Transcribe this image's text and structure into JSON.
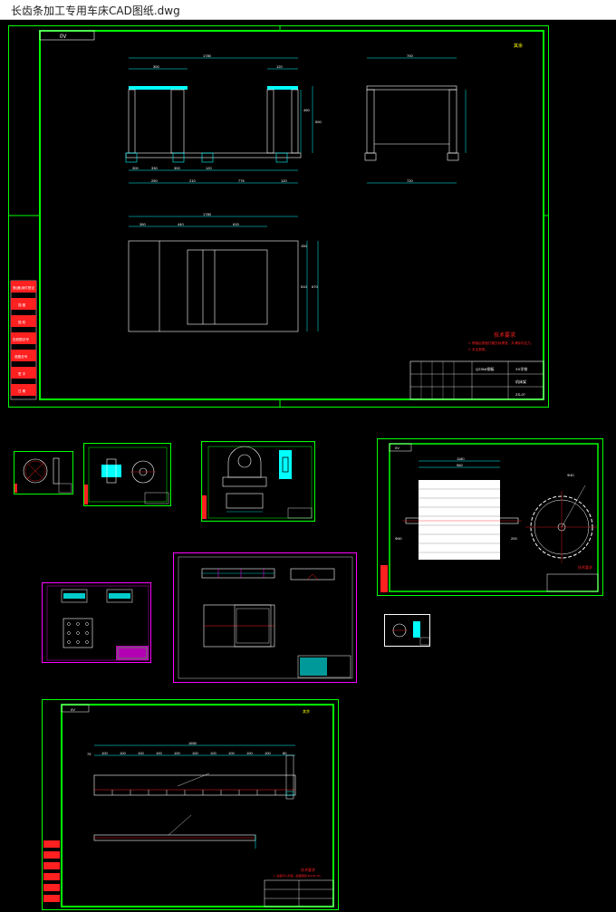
{
  "window": {
    "title": "长齿条加工专用车床CAD图纸.dwg"
  },
  "colors": {
    "background": "#000000",
    "frame": "#00ff00",
    "geometry": "#ffffff",
    "dimension": "#00ffff",
    "magenta": "#ff00ff",
    "annotation": "#ff2020",
    "yellow": "#ffff00"
  },
  "sheet1": {
    "tag": "0V",
    "roughness": "其余",
    "top_total": "1780",
    "top_dims": [
      "300",
      "250",
      "330",
      "210",
      "776",
      "120"
    ],
    "height_dims": [
      "450",
      "500"
    ],
    "side_width": "700",
    "side_bottom": "720",
    "plan_total": "1780",
    "plan_dims": [
      "360",
      "440",
      "615"
    ],
    "plan_right": [
      "150",
      "510",
      "670"
    ],
    "tech_title": "技术要求",
    "tech_lines": [
      "1. 焊接后表面打磨去除焊渣，并消除内应力。",
      "2. 未注倒角。"
    ],
    "title_cells": [
      "Q235A钢板",
      "XX学校",
      "机床架",
      "ZS-07"
    ],
    "side_labels": [
      "借(通)用件登记",
      "描 图",
      "描 校",
      "旧底图总号",
      "底图总号",
      "签 字",
      "日 期"
    ]
  },
  "sheet5": {
    "tag": "0V",
    "dim_a": "1180",
    "dim_b": "960",
    "dim_c": "Φ60",
    "dim_d": "200",
    "dim_e": "Φ40",
    "tech_title": "技术要求"
  },
  "sheet9": {
    "tag": "0V",
    "total": "1650",
    "dims": [
      "75",
      "100",
      "100",
      "100",
      "100",
      "100",
      "100",
      "100",
      "100",
      "100",
      "100",
      "80"
    ],
    "tech_title": "技术要求",
    "tech_line": "1. 齿面淬火处理，齿面硬度HRC45~50。"
  }
}
